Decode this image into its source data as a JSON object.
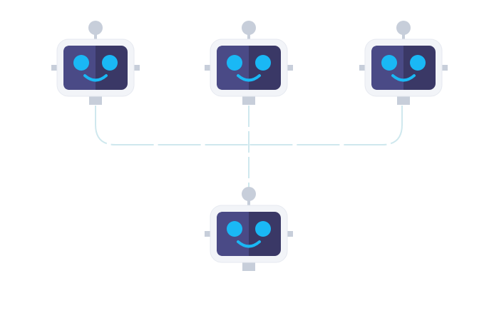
{
  "diagram": {
    "type": "tree",
    "edge_color": "#cfe8ee",
    "nodes": [
      {
        "id": "bot-left",
        "icon": "robot-icon"
      },
      {
        "id": "bot-center",
        "icon": "robot-icon"
      },
      {
        "id": "bot-right",
        "icon": "robot-icon"
      },
      {
        "id": "bot-bottom",
        "icon": "robot-icon"
      }
    ],
    "edges": [
      {
        "from": "bot-left",
        "to": "bot-bottom"
      },
      {
        "from": "bot-center",
        "to": "bot-bottom"
      },
      {
        "from": "bot-right",
        "to": "bot-bottom"
      }
    ]
  },
  "colors": {
    "frame": "#f2f4f8",
    "frame_border": "#e6e9f0",
    "screen_light": "#4a4a86",
    "screen_dark": "#3a3866",
    "eye": "#1ab8f5",
    "antenna": "#c7ceda",
    "neck": "#c7ceda",
    "ear": "#c7ceda"
  }
}
